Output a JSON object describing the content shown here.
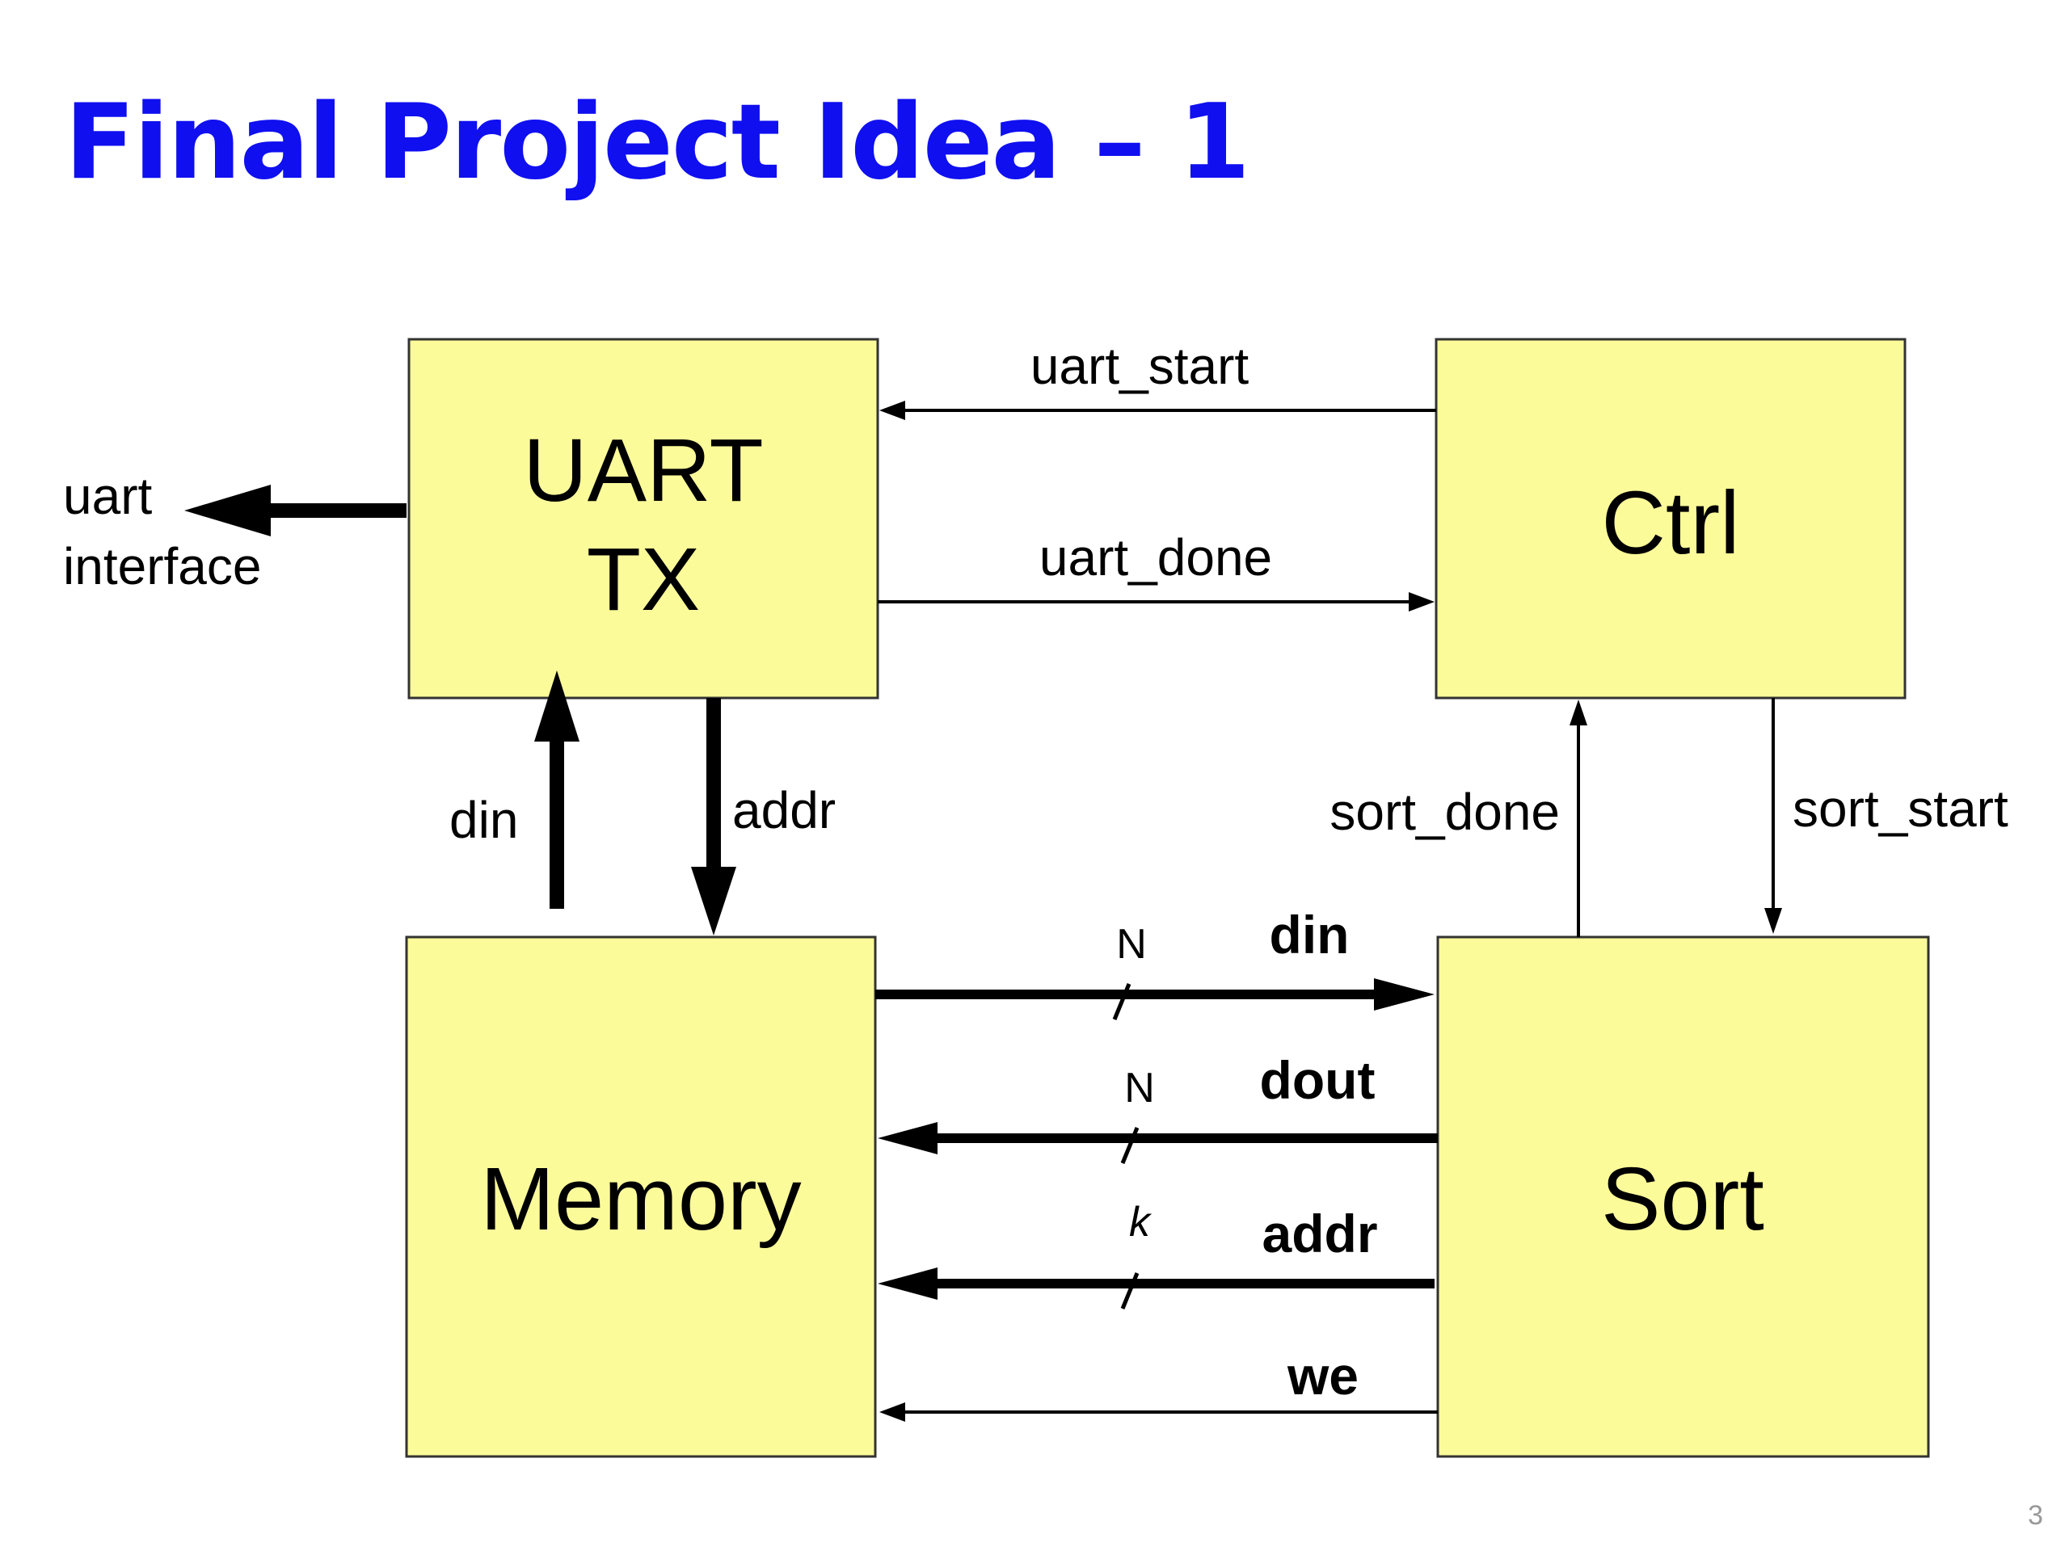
{
  "slide": {
    "title": "Final Project Idea – 1",
    "page_number": "3"
  },
  "colors": {
    "title": "#0f0ff0",
    "block_fill": "#fbfb9a",
    "block_stroke": "#333333",
    "line": "#000000"
  },
  "blocks": {
    "uart_tx": {
      "line1": "UART",
      "line2": "TX"
    },
    "ctrl": {
      "label": "Ctrl"
    },
    "memory": {
      "label": "Memory"
    },
    "sort": {
      "label": "Sort"
    }
  },
  "signals": {
    "uart_interface_line1": "uart",
    "uart_interface_line2": "interface",
    "uart_start": "uart_start",
    "uart_done": "uart_done",
    "uart_din": "din",
    "uart_addr": "addr",
    "sort_done": "sort_done",
    "sort_start": "sort_start",
    "bus_din": "din",
    "bus_din_width": "N",
    "bus_dout": "dout",
    "bus_dout_width": "N",
    "bus_addr": "addr",
    "bus_addr_width": "k",
    "bus_we": "we"
  }
}
